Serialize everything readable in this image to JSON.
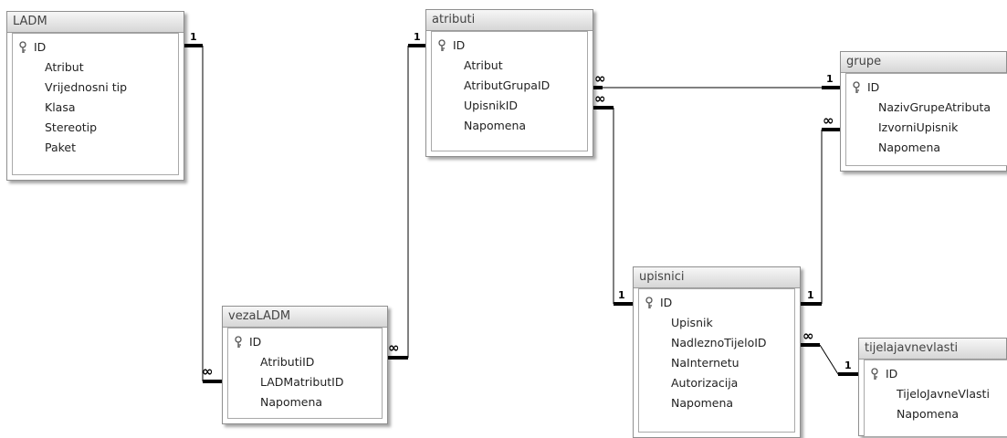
{
  "tables": {
    "ladm": {
      "title": "LADM",
      "fields": [
        "ID",
        "Atribut",
        "Vrijednosni tip",
        "Klasa",
        "Stereotip",
        "Paket"
      ]
    },
    "atributi": {
      "title": "atributi",
      "fields": [
        "ID",
        "Atribut",
        "AtributGrupaID",
        "UpisnikID",
        "Napomena"
      ]
    },
    "grupe": {
      "title": "grupe",
      "fields": [
        "ID",
        "NazivGrupeAtributa",
        "IzvorniUpisnik",
        "Napomena"
      ]
    },
    "vezaladm": {
      "title": "vezaLADM",
      "fields": [
        "ID",
        "AtributiID",
        "LADMatributID",
        "Napomena"
      ]
    },
    "upisnici": {
      "title": "upisnici",
      "fields": [
        "ID",
        "Upisnik",
        "NadleznoTijeloID",
        "NaInternetu",
        "Autorizacija",
        "Napomena"
      ]
    },
    "tijela": {
      "title": "tijelajavnevlasti",
      "fields": [
        "ID",
        "TijeloJavneVlasti",
        "Napomena"
      ]
    }
  },
  "relationships": [
    {
      "from": "LADM.ID",
      "to": "vezaLADM.LADMatributID",
      "one": "1",
      "many": "∞"
    },
    {
      "from": "atributi.ID",
      "to": "vezaLADM.AtributiID",
      "one": "1",
      "many": "∞"
    },
    {
      "from": "grupe.ID",
      "to": "atributi.AtributGrupaID",
      "one": "1",
      "many": "∞"
    },
    {
      "from": "upisnici.ID",
      "to": "atributi.UpisnikID",
      "one": "1",
      "many": "∞"
    },
    {
      "from": "upisnici.ID",
      "to": "grupe.IzvorniUpisnik",
      "one": "1",
      "many": "∞"
    },
    {
      "from": "tijelajavnevlasti.ID",
      "to": "upisnici.NadleznoTijeloID",
      "one": "1",
      "many": "∞"
    }
  ]
}
